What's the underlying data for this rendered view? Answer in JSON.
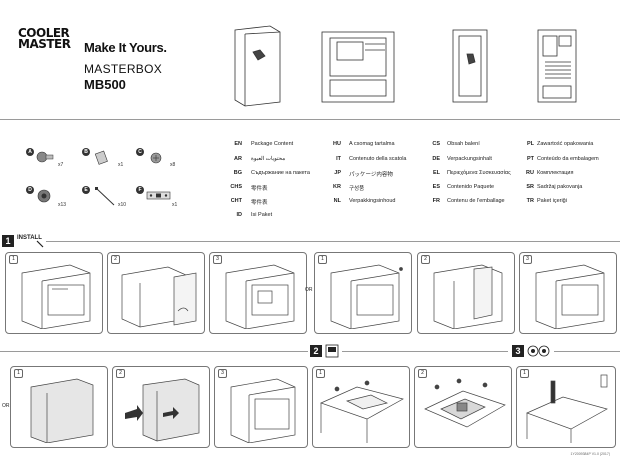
{
  "brand": {
    "logo_line1": "COOLER",
    "logo_line2": "MASTER"
  },
  "header": {
    "tagline": "Make It Yours.",
    "model_line1": "MASTERBOX",
    "model_line2": "MB500"
  },
  "parts": [
    {
      "letter": "A",
      "qty": "x7"
    },
    {
      "letter": "B",
      "qty": "x1"
    },
    {
      "letter": "C",
      "qty": "x8"
    },
    {
      "letter": "D",
      "qty": "x13"
    },
    {
      "letter": "E",
      "qty": "x10"
    },
    {
      "letter": "F",
      "qty": "x1"
    }
  ],
  "languages": [
    {
      "code": "EN",
      "text": "Package Content"
    },
    {
      "code": "AR",
      "text": "محتويات العبوة"
    },
    {
      "code": "BG",
      "text": "Съдържание на пакета"
    },
    {
      "code": "CHS",
      "text": "零件表"
    },
    {
      "code": "CHT",
      "text": "零件表"
    },
    {
      "code": "ID",
      "text": "Isi Paket"
    },
    {
      "code": "HU",
      "text": "A csomag tartalma"
    },
    {
      "code": "IT",
      "text": "Contenuto della scatola"
    },
    {
      "code": "JP",
      "text": "パッケージ内容物"
    },
    {
      "code": "KR",
      "text": "구성품"
    },
    {
      "code": "NL",
      "text": "Verpakkingsinhoud"
    },
    {
      "code": "CS",
      "text": "Obsah balení"
    },
    {
      "code": "DE",
      "text": "Verpackungsinhalt"
    },
    {
      "code": "EL",
      "text": "Περιεχόμενα Συσκευασίας"
    },
    {
      "code": "ES",
      "text": "Contenido Paquete"
    },
    {
      "code": "FR",
      "text": "Contenu de l'emballage"
    },
    {
      "code": "PL",
      "text": "Zawartość opakowania"
    },
    {
      "code": "PT",
      "text": "Conteúdo da embalagem"
    },
    {
      "code": "RU",
      "text": "Комплектация"
    },
    {
      "code": "SR",
      "text": "Sadržaj pakovanja"
    },
    {
      "code": "TR",
      "text": "Paket içeriği"
    }
  ],
  "sections": {
    "s1": {
      "num": "1",
      "label": "INSTALL"
    },
    "s2": {
      "num": "2"
    },
    "s3": {
      "num": "3"
    }
  },
  "steps_row1": [
    "1",
    "2",
    "3",
    "1",
    "2",
    "3"
  ],
  "steps_row2": [
    "1",
    "2",
    "3",
    "1",
    "2",
    "1"
  ],
  "or_label": "OR",
  "footer": "1Y2009384P V1.0 (2017)"
}
